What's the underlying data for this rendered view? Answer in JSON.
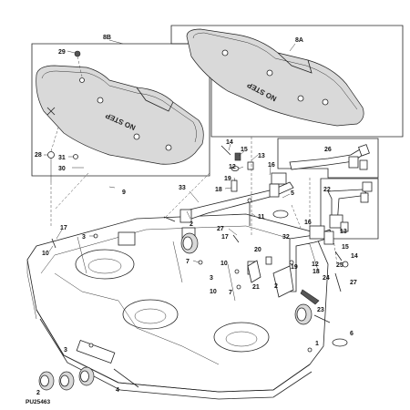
{
  "figure_id": "PU25463",
  "decal_text": "NO STEP",
  "boxes": [
    "8B",
    "8A"
  ],
  "callouts": [
    "29",
    "28",
    "31",
    "30",
    "9",
    "14",
    "15",
    "13",
    "12",
    "16",
    "19",
    "18",
    "5",
    "26",
    "33",
    "2",
    "11",
    "27",
    "17",
    "10",
    "3",
    "7",
    "20",
    "32",
    "16",
    "13",
    "15",
    "14",
    "12",
    "18",
    "19",
    "25",
    "24",
    "27",
    "2",
    "21",
    "22",
    "23",
    "6",
    "2",
    "4",
    "1",
    "17",
    "3",
    "10",
    "3",
    "7",
    "10"
  ]
}
